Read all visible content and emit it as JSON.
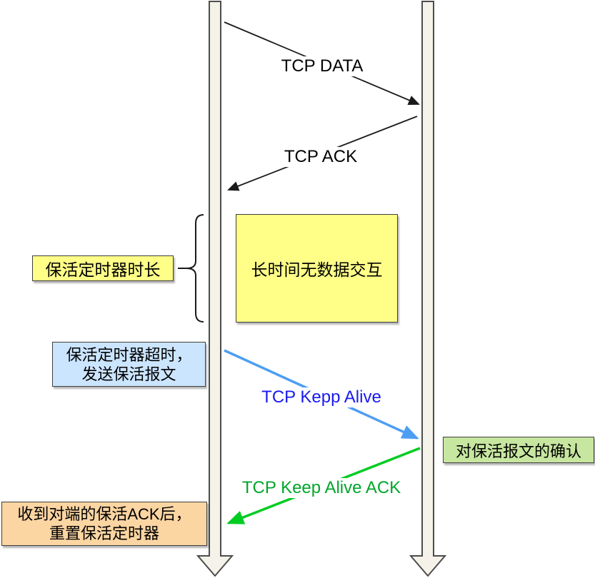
{
  "diagram_type": "tcp-keepalive-sequence",
  "messages": {
    "tcp_data": "TCP DATA",
    "tcp_ack": "TCP ACK",
    "keep_alive": "TCP Kepp Alive",
    "keep_alive_ack": "TCP Keep Alive ACK"
  },
  "annotations": {
    "timer_duration": "保活定时器时长",
    "no_data": "长时间无数据交互",
    "timeout_line1": "保活定时器超时，",
    "timeout_line2": "发送保活报文",
    "ack_confirm": "对保活报文的确认",
    "reset_line1": "收到对端的保活ACK后，",
    "reset_line2": "重置保活定时器"
  },
  "colors": {
    "yellow_fill": "#FFFF88",
    "blue_fill": "#CCE5FF",
    "green_fill": "#C7E6A0",
    "orange_fill": "#FBD5A2",
    "lifeline_fill": "#F5F2E9",
    "box_border": "#3F3F3F",
    "black_arrow": "#1A1A1A",
    "blue_arrow": "#4D9EF2",
    "blue_label_text": "#1A1AF0",
    "green_arrow": "#00CC22",
    "green_label_text": "#00A62B"
  }
}
